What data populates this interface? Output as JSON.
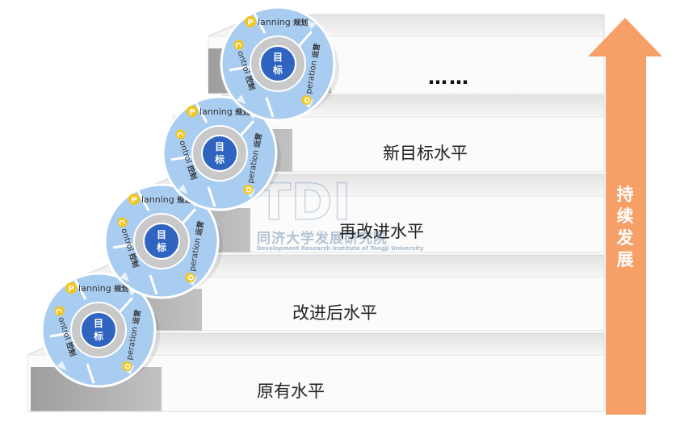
{
  "levels": [
    {
      "label": "原有水平"
    },
    {
      "label": "改进后水平"
    },
    {
      "label": "再改进水平"
    },
    {
      "label": "新目标水平"
    },
    {
      "label": "……"
    }
  ],
  "cycle": {
    "center": "目标",
    "planning": {
      "initial": "P",
      "rest": "lanning",
      "cn": "规划"
    },
    "operation": {
      "initial": "O",
      "rest": "peration",
      "cn": "运营"
    },
    "control": {
      "initial": "C",
      "rest": "ontrol",
      "cn": "控制"
    }
  },
  "arrow": {
    "label": [
      "持",
      "续",
      "发",
      "展"
    ]
  },
  "watermark": {
    "text": "同济大学发展研究院",
    "sub": "Development Research Institute of Tongji University"
  },
  "colors": {
    "arrow": "#f6a068",
    "disc_outer": "#a9cdf0",
    "disc_ring": "#c9c9c9",
    "disc_center": "#2f64c0",
    "badge": "#f4c51c",
    "step_top": "#eeeeee",
    "step_riser": "#fbfbfb",
    "step_side": "#a5a5a5"
  }
}
